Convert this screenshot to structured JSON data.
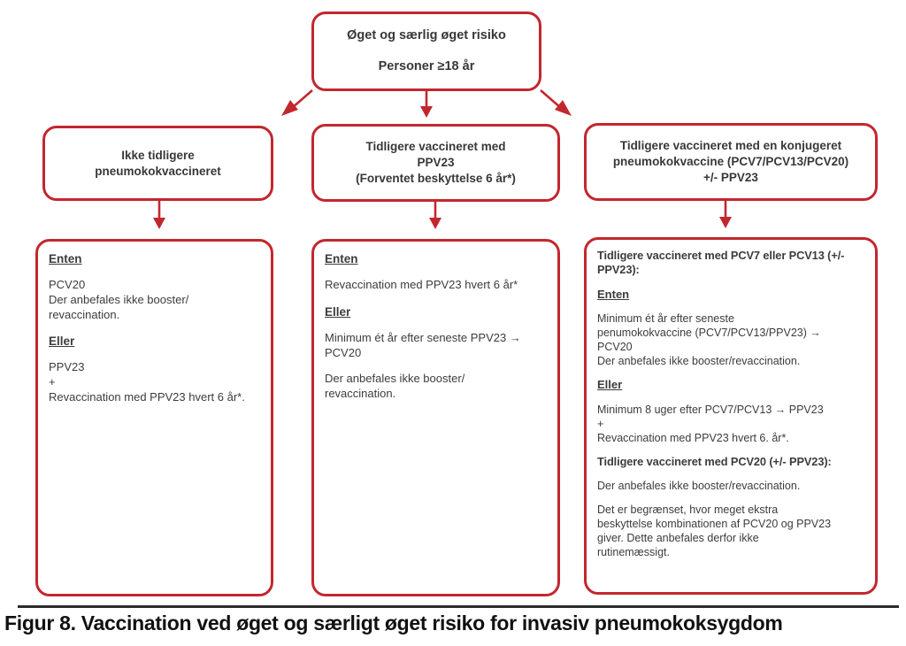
{
  "figure": {
    "accent_color": "#c2272e",
    "text_color": "#3c3c3c",
    "root": {
      "text": "Øget og særlig øget risiko\n\nPersoner ≥18 år"
    },
    "branches": [
      {
        "title": "Ikke tidligere\npneumokokvaccineret"
      },
      {
        "title": "Tidligere vaccineret med\nPPV23\n(Forventet beskyttelse 6 år*)"
      },
      {
        "title": "Tidligere vaccineret med en konjugeret\npneumokokvaccine (PCV7/PCV13/PCV20)\n+/- PPV23"
      }
    ],
    "details": [
      {
        "segments": [
          {
            "style": "header",
            "text": "Enten"
          },
          {
            "style": "text",
            "text": "PCV20\nDer anbefales ikke booster/\nrevaccination."
          },
          {
            "style": "header",
            "text": "Eller"
          },
          {
            "style": "text",
            "text": "PPV23\n+\nRevaccination med PPV23 hvert 6 år*."
          }
        ]
      },
      {
        "segments": [
          {
            "style": "header",
            "text": "Enten"
          },
          {
            "style": "text",
            "text": "Revaccination med PPV23 hvert 6 år*"
          },
          {
            "style": "header",
            "text": "Eller"
          },
          {
            "style": "text",
            "text": "Minimum ét år efter seneste PPV23 →\nPCV20"
          },
          {
            "style": "text",
            "text": "Der anbefales ikke booster/\nrevaccination."
          }
        ]
      },
      {
        "segments": [
          {
            "style": "bold",
            "text": "Tidligere vaccineret med PCV7 eller PCV13 (+/-\nPPV23):"
          },
          {
            "style": "header",
            "text": "Enten"
          },
          {
            "style": "text",
            "text": "Minimum ét år efter seneste\npenumokokvaccine (PCV7/PCV13/PPV23) →\nPCV20\nDer anbefales ikke booster/revaccination."
          },
          {
            "style": "header",
            "text": "Eller"
          },
          {
            "style": "text",
            "text": "Minimum 8 uger efter PCV7/PCV13 → PPV23\n+\nRevaccination med PPV23 hvert 6. år*."
          },
          {
            "style": "bold",
            "text": "Tidligere vaccineret med PCV20 (+/- PPV23):"
          },
          {
            "style": "text",
            "text": "Der anbefales ikke booster/revaccination."
          },
          {
            "style": "text",
            "text": "Det er begrænset, hvor meget ekstra\nbeskyttelse kombinationen af PCV20 og PPV23\ngiver. Dette anbefales derfor ikke\nrutinemæssigt."
          }
        ]
      }
    ],
    "caption": "Figur 8. Vaccination ved øget og særligt øget risiko for invasiv pneumokoksygdom"
  }
}
